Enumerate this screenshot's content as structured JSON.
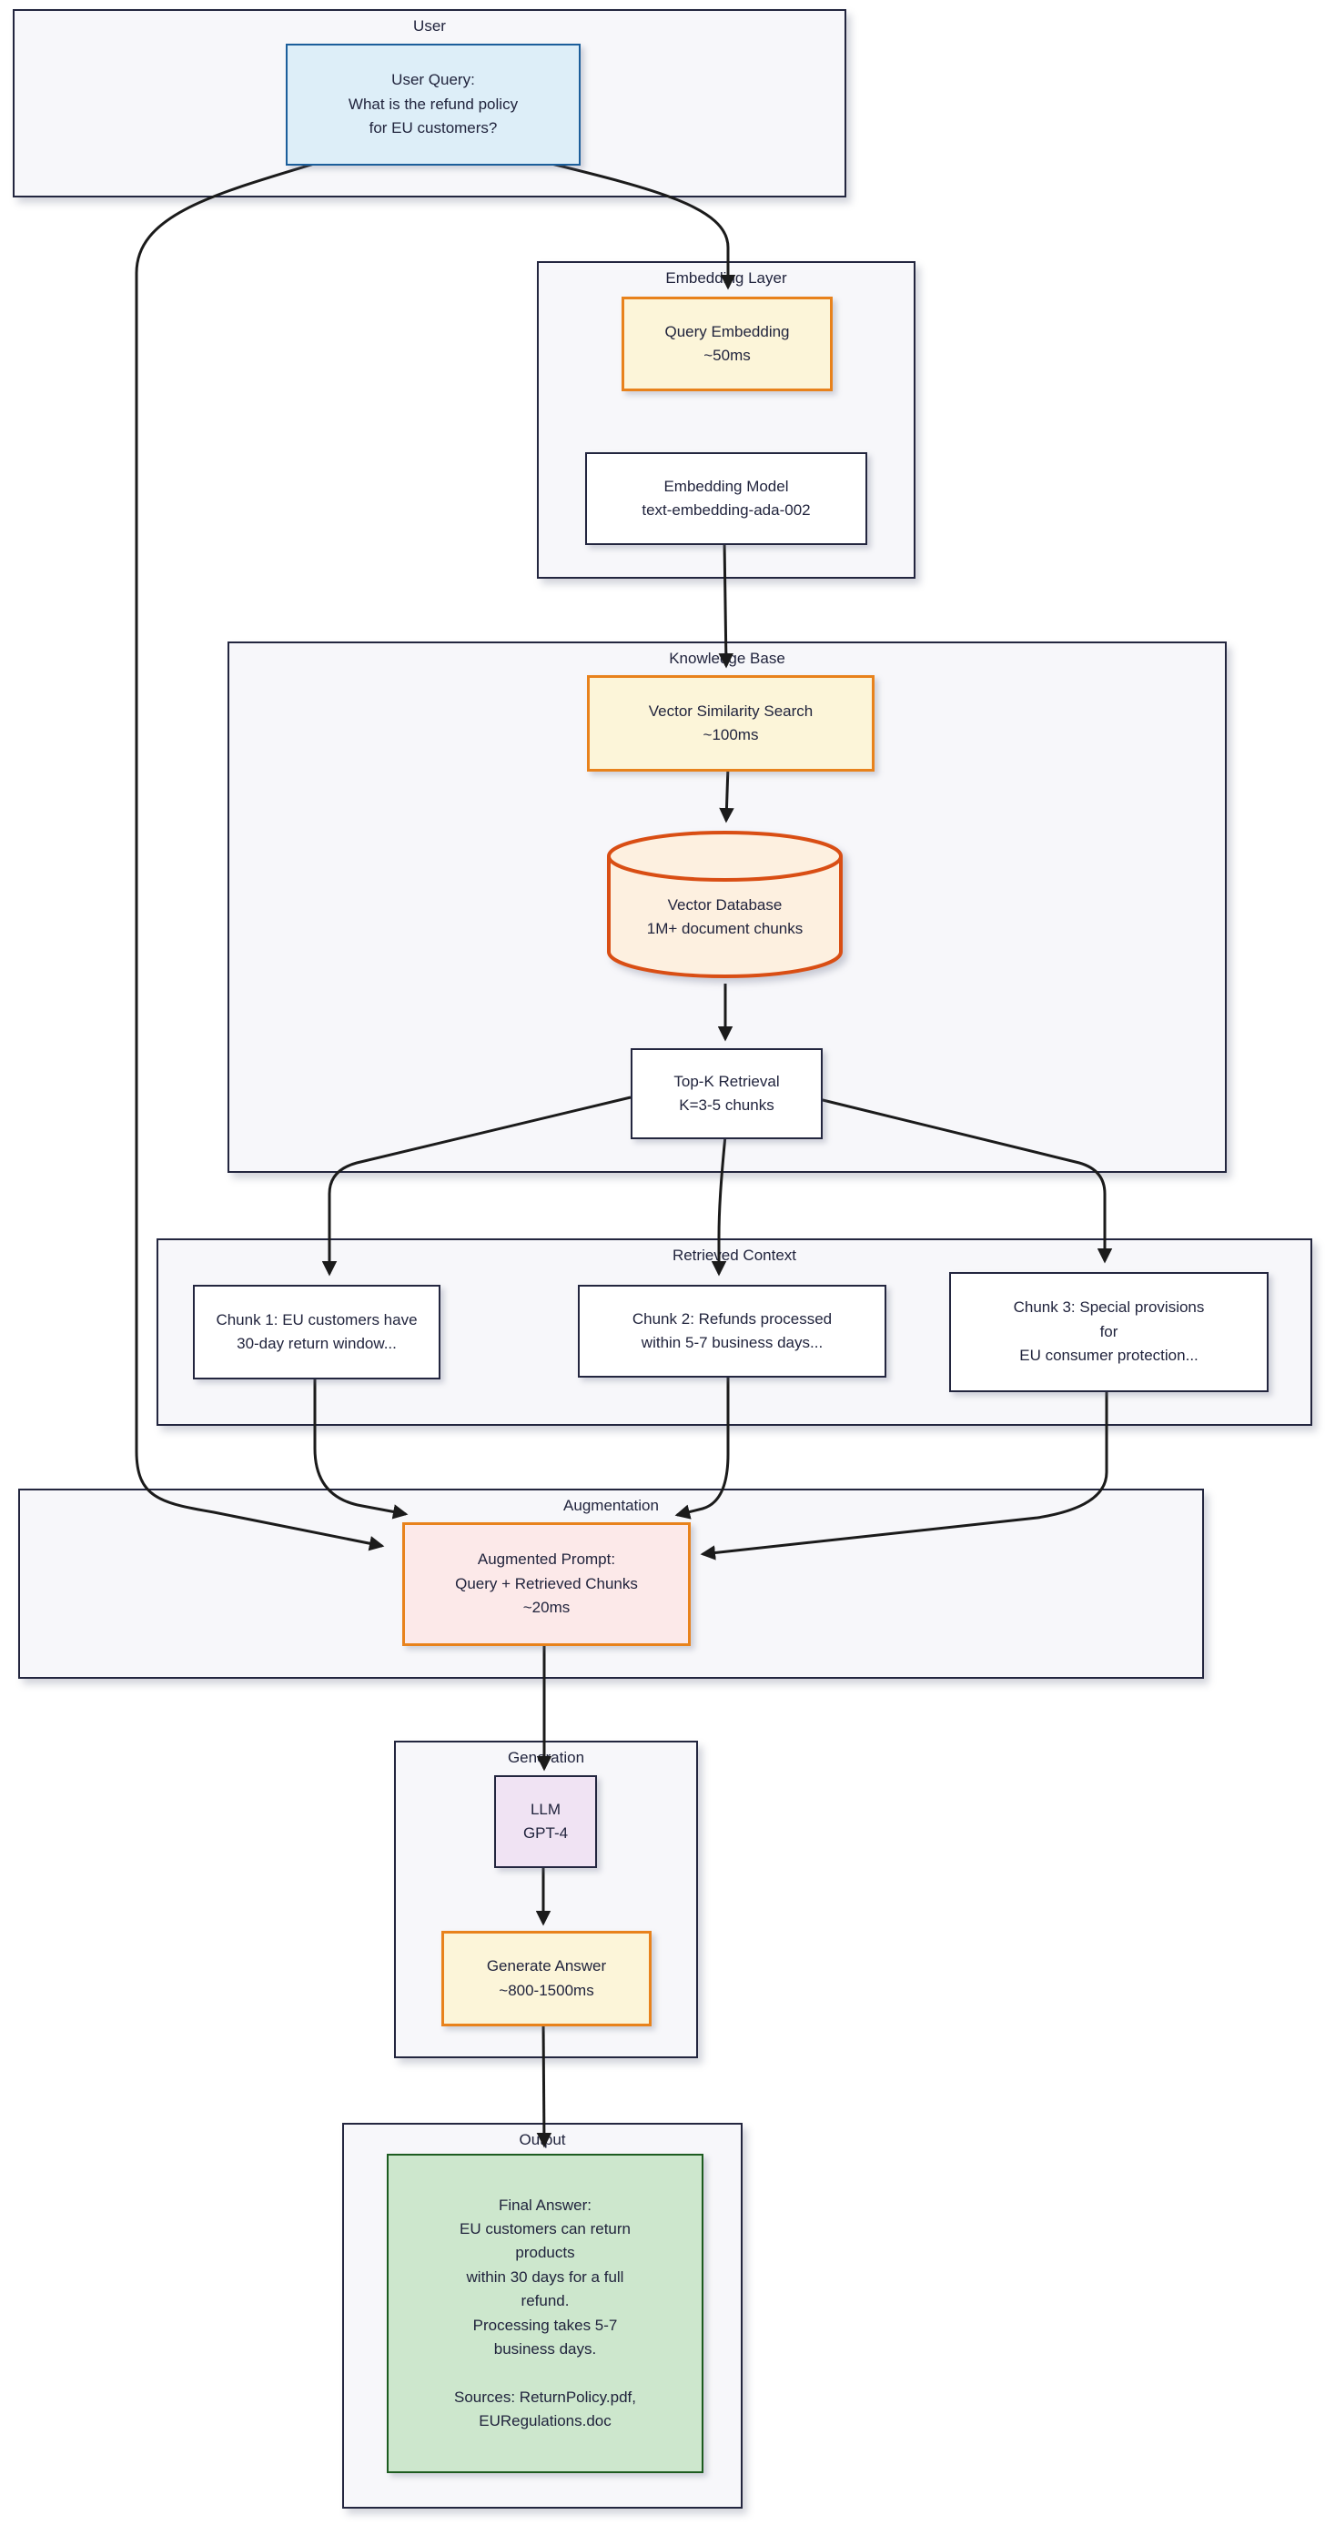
{
  "diagram": {
    "title": "RAG pipeline flowchart",
    "sections": {
      "user": {
        "title": "User"
      },
      "embedding": {
        "title": "Embedding Layer"
      },
      "knowledge": {
        "title": "Knowledge Base"
      },
      "retrieved": {
        "title": "Retrieved Context"
      },
      "augmentation": {
        "title": "Augmentation"
      },
      "generation": {
        "title": "Generation"
      },
      "output": {
        "title": "Output"
      }
    },
    "nodes": {
      "user_query": {
        "label": "User Query:\nWhat is the refund policy\nfor EU customers?"
      },
      "query_embedding": {
        "label": "Query Embedding\n~50ms"
      },
      "embedding_model": {
        "label": "Embedding Model\ntext-embedding-ada-002"
      },
      "vector_search": {
        "label": "Vector Similarity Search\n~100ms"
      },
      "vector_db": {
        "label": "Vector Database\n1M+ document chunks"
      },
      "topk": {
        "label": "Top-K Retrieval\nK=3-5 chunks"
      },
      "chunk1": {
        "label": "Chunk 1: EU customers have\n30-day return window..."
      },
      "chunk2": {
        "label": "Chunk 2: Refunds processed\nwithin 5-7 business days..."
      },
      "chunk3": {
        "label": "Chunk 3: Special provisions\nfor\nEU consumer protection..."
      },
      "augmented_prompt": {
        "label": "Augmented Prompt:\nQuery + Retrieved Chunks\n~20ms"
      },
      "llm": {
        "label": "LLM\nGPT-4"
      },
      "generate_answer": {
        "label": "Generate Answer\n~800-1500ms"
      },
      "final_answer": {
        "label": "Final Answer:\nEU customers can return\nproducts\nwithin 30 days for a full\nrefund.\nProcessing takes 5-7\nbusiness days.\n\nSources: ReturnPolicy.pdf,\nEURegulations.doc"
      }
    },
    "colors": {
      "section_fill": "#f7f7fa",
      "section_border": "#23263f",
      "user_query_fill": "#ddeef8",
      "user_query_border": "#1b5e9b",
      "timing_fill": "#fcf5d9",
      "timing_border": "#e8821c",
      "plain_fill": "#ffffff",
      "plain_border": "#23263f",
      "database_fill": "#fdf0e0",
      "database_border": "#d94e14",
      "prompt_fill": "#fce9e9",
      "prompt_border": "#e8821c",
      "llm_fill": "#f0e3f3",
      "answer_fill": "#cde7cd",
      "answer_border": "#1d5c20",
      "edge": "#1b1b1b",
      "text": "#21243d"
    }
  }
}
